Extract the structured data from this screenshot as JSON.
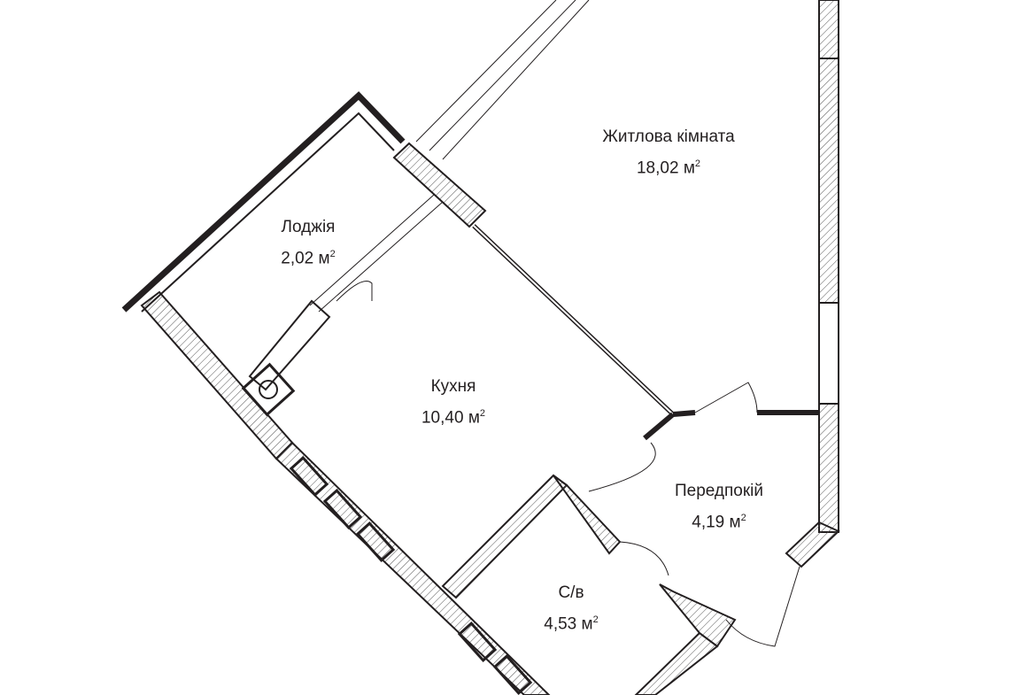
{
  "rooms": [
    {
      "name": "Житлова кімната",
      "area": "18,02",
      "unit": "м",
      "power": "2"
    },
    {
      "name": "Лоджія",
      "area": "2,02",
      "unit": "м",
      "power": "2"
    },
    {
      "name": "Кухня",
      "area": "10,40",
      "unit": "м",
      "power": "2"
    },
    {
      "name": "Передпокій",
      "area": "4,19",
      "unit": "м",
      "power": "2"
    },
    {
      "name": "С/в",
      "area": "4,53",
      "unit": "м",
      "power": "2"
    }
  ],
  "colors": {
    "wall": "#231f20",
    "hatch": "#555555"
  }
}
